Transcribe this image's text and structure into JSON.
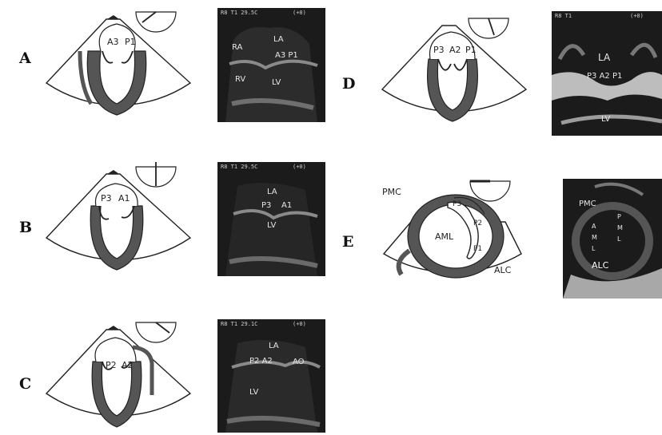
{
  "panels": [
    {
      "letter": "A",
      "diagram_labels": [
        "A3",
        "P1"
      ],
      "echo_header": [
        "R8 T1 29.5C",
        "(+0)"
      ],
      "echo_labels": [
        "LA",
        "RA",
        "A3 P1",
        "RV",
        "LV"
      ]
    },
    {
      "letter": "B",
      "diagram_labels": [
        "P3",
        "A1"
      ],
      "echo_header": [
        "R8 T1 29.5C",
        "(+0)"
      ],
      "echo_labels": [
        "LA",
        "P3",
        "A1",
        "LV"
      ]
    },
    {
      "letter": "C",
      "diagram_labels": [
        "P2",
        "A2"
      ],
      "echo_header": [
        "R8 T1 29.1C",
        "(+0)"
      ],
      "echo_labels": [
        "LA",
        "P2 A2",
        "AO",
        "LV"
      ]
    },
    {
      "letter": "D",
      "diagram_labels": [
        "P3",
        "A2",
        "P1"
      ],
      "echo_header": [
        "R8 T1",
        "(+0)"
      ],
      "echo_labels": [
        "LA",
        "P3 A2 P1",
        "LV"
      ]
    },
    {
      "letter": "E",
      "diagram_labels": [
        "PMC",
        "P3",
        "P2",
        "AML",
        "P1",
        "ALC"
      ],
      "echo_header": [],
      "echo_labels": [
        "PMC",
        "A",
        "M",
        "L",
        "P",
        "M",
        "L",
        "ALC"
      ]
    }
  ],
  "colors": {
    "myocardium": "#555555",
    "outline": "#222222",
    "echo_bg": "#1b1b1b",
    "echo_tissue": "#8a8a8a"
  }
}
